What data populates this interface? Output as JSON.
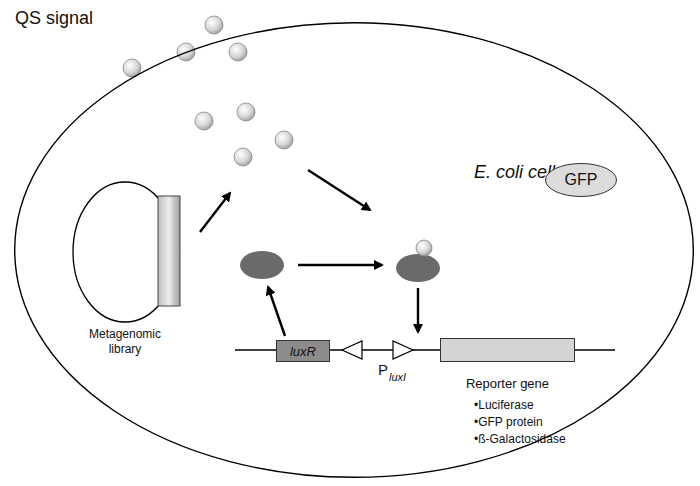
{
  "diagram": {
    "nodes": [
      {
        "text": [
          "E. coli cell"
        ]
      },
      {
        "text": [
          "GFP"
        ],
        "in": 0
      },
      {
        "text": [
          "luxR"
        ],
        "in": 0
      },
      {
        "text": [
          "Reporter gene"
        ],
        "in": 0
      }
    ],
    "labels": [
      "QS signal",
      "Metagenomic library",
      "P",
      "luxI",
      "•Luciferase",
      "•GFP protein",
      "•ß-Galactosidase"
    ]
  }
}
